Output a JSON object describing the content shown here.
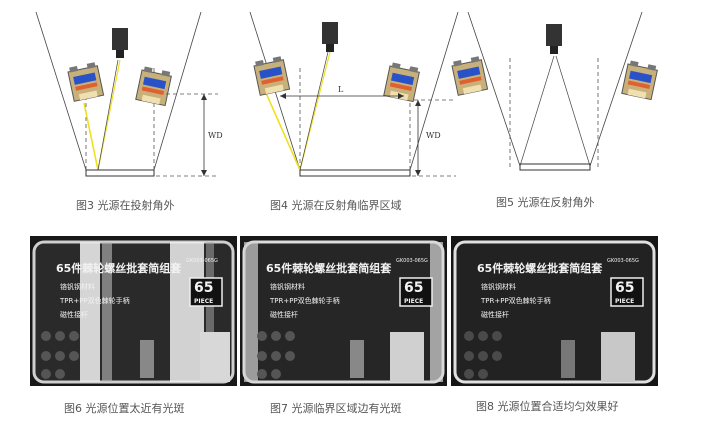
{
  "diagrams": [
    {
      "id": "fig3",
      "caption": "图3 光源在投射角外",
      "wd_label": "WD",
      "l_label": ""
    },
    {
      "id": "fig4",
      "caption": "图4 光源在反射角临界区域",
      "wd_label": "WD",
      "l_label": "L"
    },
    {
      "id": "fig5",
      "caption": "图5 光源在反射角外",
      "wd_label": "",
      "l_label": ""
    }
  ],
  "photos": [
    {
      "id": "fig6",
      "caption": "图6 光源位置太近有光斑",
      "code": "GK003-065G",
      "title": "65件棘轮螺丝批套简组套",
      "features": [
        "铬钒钢材料",
        "TPR+PP双色棘轮手柄",
        "磁性接杆"
      ],
      "badge_number": "65",
      "badge_word": "PIECE"
    },
    {
      "id": "fig7",
      "caption": "图7 光源临界区域边有光斑",
      "code": "GK003-065G",
      "title": "65件棘轮螺丝批套简组套",
      "features": [
        "铬钒钢材料",
        "TPR+PP双色棘轮手柄",
        "磁性接杆"
      ],
      "badge_number": "65",
      "badge_word": "PIECE"
    },
    {
      "id": "fig8",
      "caption": "图8 光源位置合适均匀效果好",
      "code": "GK003-065G",
      "title": "65件棘轮螺丝批套简组套",
      "features": [
        "铬钒钢材料",
        "TPR+PP双色棘轮手柄",
        "磁性接杆"
      ],
      "badge_number": "65",
      "badge_word": "PIECE"
    }
  ],
  "colors": {
    "ray": "#f0e020",
    "light_blue": "#2a52c8",
    "light_body": "#c8b07a",
    "camera": "#333333"
  }
}
